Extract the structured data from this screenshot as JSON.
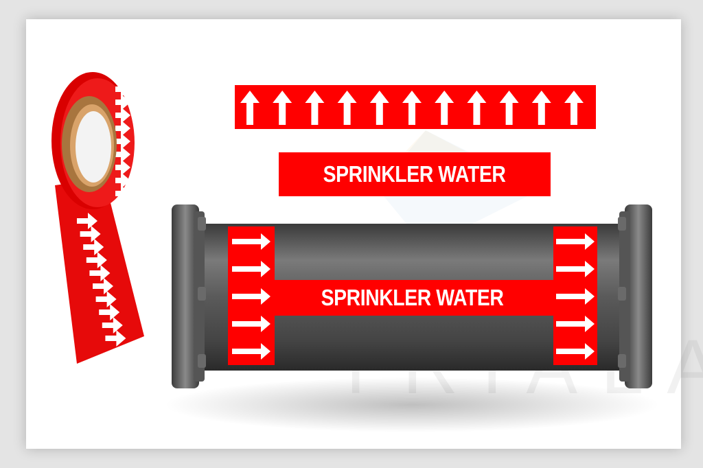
{
  "colors": {
    "marker_red": "#ff0000",
    "arrow_white": "#ffffff",
    "pipe_gray": "#5a5a5a",
    "tape_core": "#b88a5a"
  },
  "labels": {
    "banner_text": "SPRINKLER WATER",
    "pipe_marker_text": "SPRINKLER WATER"
  },
  "watermark": {
    "text": "TRIALA"
  },
  "icons": {
    "arrow_up": "arrow-up-icon",
    "arrow_right": "arrow-right-icon"
  },
  "counts": {
    "strip_up_arrows": 11,
    "pipe_arrows_per_side": 5
  }
}
